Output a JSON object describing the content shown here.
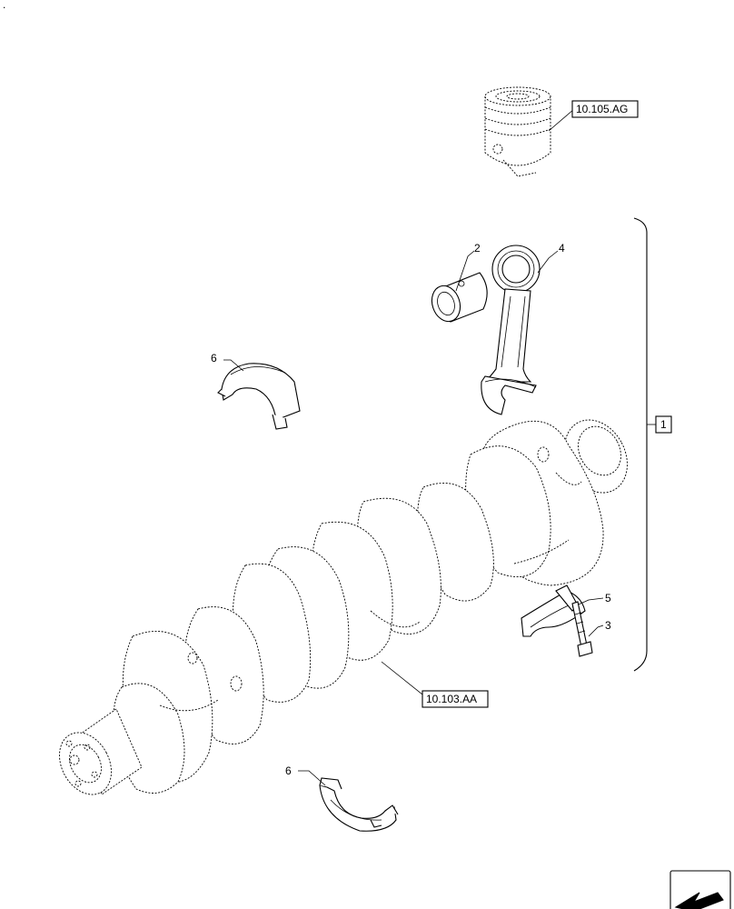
{
  "corner_mark": ".",
  "callouts": {
    "piston_ref": "10.105.AG",
    "crankshaft_ref": "10.103.AA",
    "assembly_group": "1",
    "item_bushing": "2",
    "item_bolt": "3",
    "item_connecting_rod": "4",
    "item_rod_cap": "5",
    "item_bearing_upper": "6",
    "item_bearing_lower": "6"
  },
  "icons": {
    "navigation": "next-page-arrow-icon"
  }
}
